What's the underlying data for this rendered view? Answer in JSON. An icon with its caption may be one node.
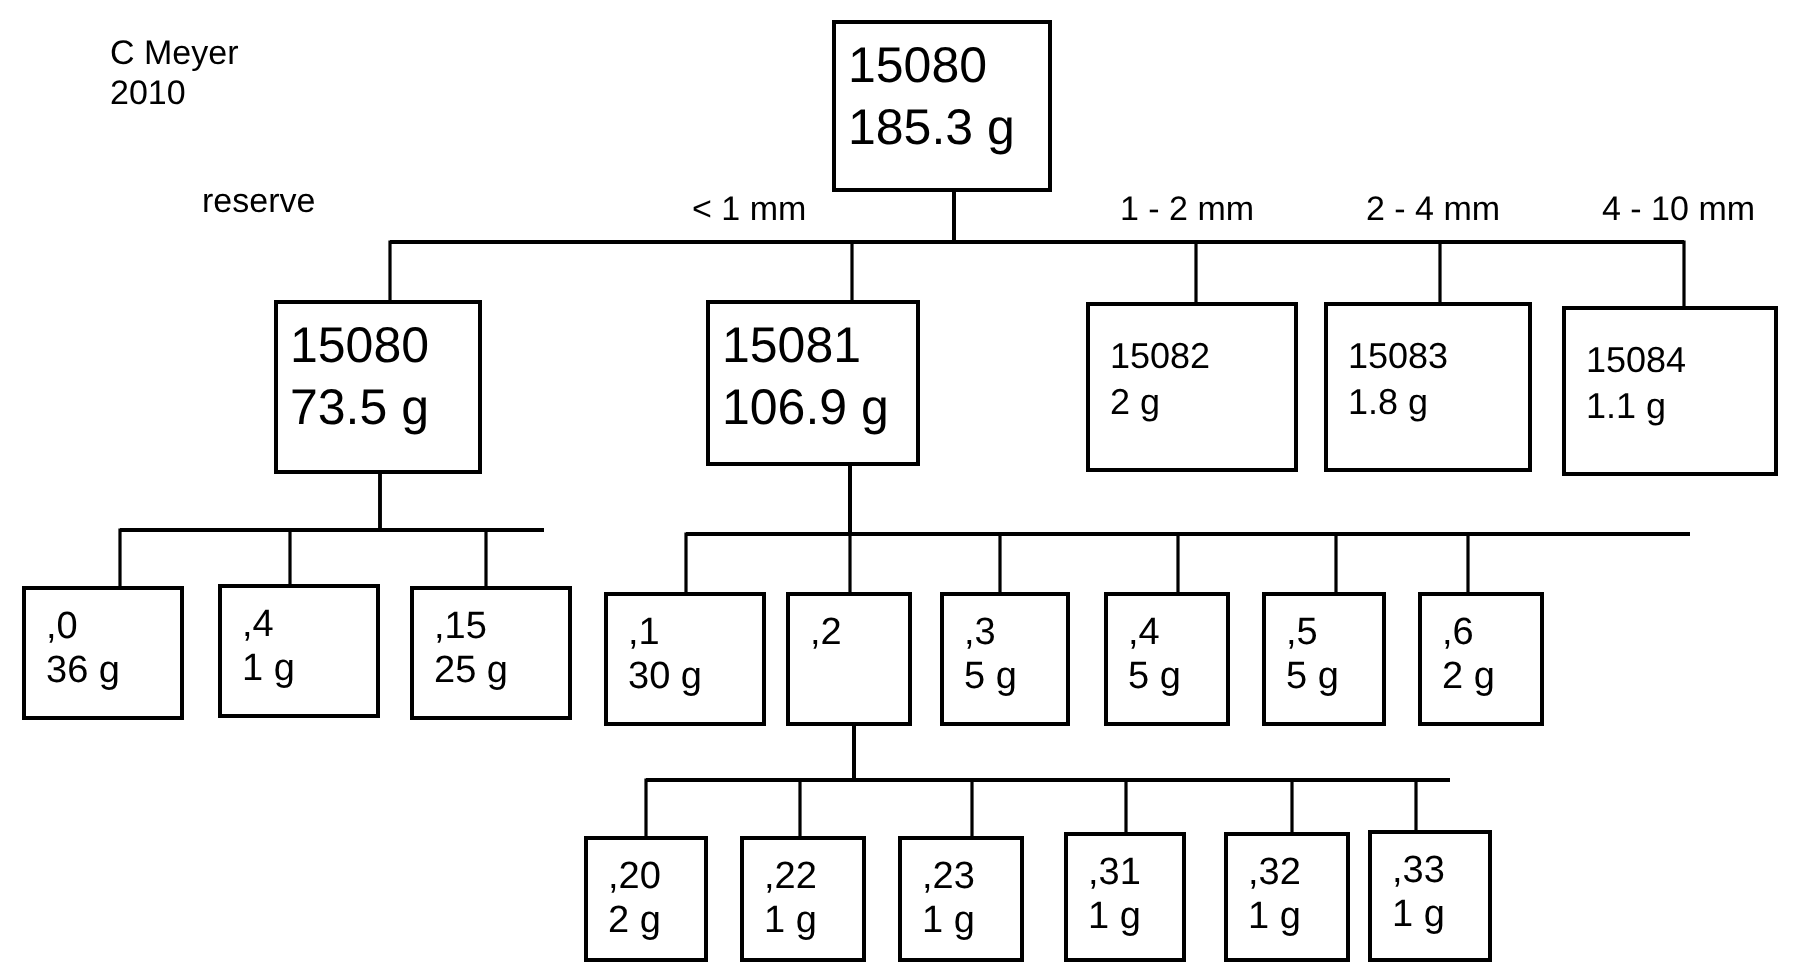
{
  "diagram": {
    "nodes": [
      {
        "text": [
          "15080",
          "185.3 g"
        ]
      },
      {
        "text": [
          "15080",
          "73.5 g"
        ]
      },
      {
        "text": [
          "15081",
          "106.9 g"
        ]
      },
      {
        "text": [
          "15082",
          "2 g"
        ]
      },
      {
        "text": [
          "15083",
          "1.8 g"
        ]
      },
      {
        "text": [
          "15084",
          "1.1 g"
        ]
      },
      {
        "text": [
          ",0",
          "36 g"
        ]
      },
      {
        "text": [
          ",4",
          "1 g"
        ]
      },
      {
        "text": [
          ",15",
          "25 g"
        ]
      },
      {
        "text": [
          ",1",
          "30 g"
        ]
      },
      {
        "text": [
          ",2"
        ]
      },
      {
        "text": [
          ",3",
          "5 g"
        ]
      },
      {
        "text": [
          ",4",
          "5 g"
        ]
      },
      {
        "text": [
          ",5",
          "5 g"
        ]
      },
      {
        "text": [
          ",6",
          "2 g"
        ]
      },
      {
        "text": [
          ",20",
          "2 g"
        ]
      },
      {
        "text": [
          ",22",
          "1 g"
        ]
      },
      {
        "text": [
          ",23",
          "1 g"
        ]
      },
      {
        "text": [
          ",31",
          "1 g"
        ]
      },
      {
        "text": [
          ",32",
          "1 g"
        ]
      },
      {
        "text": [
          ",33",
          "1 g"
        ]
      }
    ],
    "edges": [
      {
        "from": 0,
        "to": 1,
        "arrow": "none",
        "label": "reserve"
      },
      {
        "from": 0,
        "to": 2,
        "arrow": "none",
        "label": "< 1 mm"
      },
      {
        "from": 0,
        "to": 3,
        "arrow": "none",
        "label": "1 - 2 mm"
      },
      {
        "from": 0,
        "to": 4,
        "arrow": "none",
        "label": "2 - 4 mm"
      },
      {
        "from": 0,
        "to": 5,
        "arrow": "none",
        "label": "4 - 10 mm"
      },
      {
        "from": 1,
        "to": 6,
        "arrow": "none"
      },
      {
        "from": 1,
        "to": 7,
        "arrow": "none"
      },
      {
        "from": 1,
        "to": 8,
        "arrow": "none"
      },
      {
        "from": 2,
        "to": 9,
        "arrow": "none"
      },
      {
        "from": 2,
        "to": 10,
        "arrow": "none"
      },
      {
        "from": 2,
        "to": 11,
        "arrow": "none"
      },
      {
        "from": 2,
        "to": 12,
        "arrow": "none"
      },
      {
        "from": 2,
        "to": 13,
        "arrow": "none"
      },
      {
        "from": 2,
        "to": 14,
        "arrow": "none"
      },
      {
        "from": 10,
        "to": 15,
        "arrow": "none"
      },
      {
        "from": 10,
        "to": 16,
        "arrow": "none"
      },
      {
        "from": 10,
        "to": 17,
        "arrow": "none"
      },
      {
        "from": 10,
        "to": 18,
        "arrow": "none"
      },
      {
        "from": 10,
        "to": 19,
        "arrow": "none"
      },
      {
        "from": 10,
        "to": 20,
        "arrow": "none"
      }
    ],
    "labels": [
      "C Meyer 2010"
    ]
  }
}
